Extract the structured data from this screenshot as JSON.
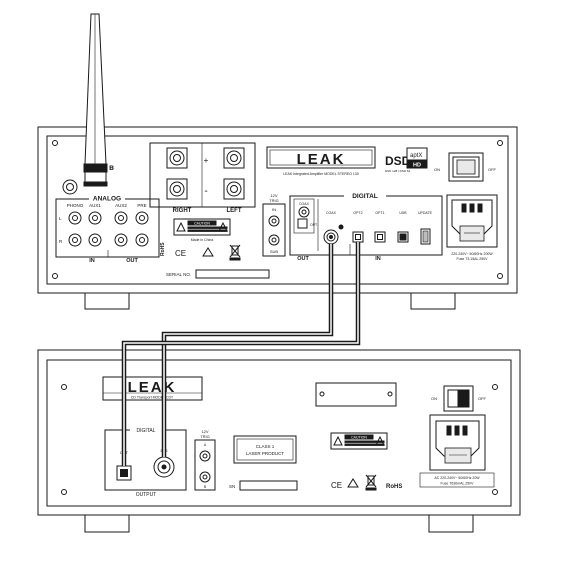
{
  "top_unit": {
    "analog_title": "ANALOG",
    "phono": "PHONO",
    "aux1": "AUX1",
    "aux2": "AUX2",
    "pre": "PRE",
    "in": "IN",
    "out": "OUT",
    "l": "L",
    "r": "R",
    "rohs": "RoHS",
    "ce": "CE",
    "right": "RIGHT",
    "left": "LEFT",
    "plus": "+",
    "minus": "-",
    "caution": "CAUTION",
    "made_in": "Made in China",
    "serial": "SERIAL NO.",
    "brand": "LEAK",
    "model_line": "LEAK Integrated Amplifier   MODEL STEREO 130",
    "dsd": "DSD",
    "dsd_sub": "DSD 128 / DSD 64",
    "aptx": "aptX",
    "aptx_sub": "HD",
    "on": "ON",
    "off": "OFF",
    "v12": "12V",
    "trig": "TRIG",
    "digital_title": "DIGITAL",
    "coax": "COAX",
    "opt": "OPT",
    "coax2": "COAX",
    "opt2": "OPT2",
    "opt1": "OPT1",
    "usb": "USB",
    "update": "UPDATE",
    "dig_out": "OUT",
    "dig_in": "IN",
    "sub": "SUB",
    "power_line1": "220-240V~ 50/60Hz 200W",
    "power_line2": "Fuse T3.15AL 250V"
  },
  "bottom_unit": {
    "brand": "LEAK",
    "model_line": "CD Transport          MODEL CDT",
    "digital_title": "DIGITAL",
    "opt": "OPT",
    "dig": "DIG",
    "output": "OUTPUT",
    "v12": "12V",
    "trig": "TRIG",
    "a": "A",
    "b": "B",
    "laser1": "CLASS 1",
    "laser2": "LASER PRODUCT",
    "caution": "CAUTION",
    "sn": "SN",
    "ce": "CE",
    "rohs": "RoHS",
    "on": "ON",
    "off": "OFF",
    "power_line1": "AC 220-240V~ 50/60Hz 20W",
    "power_line2": "Fuse T630mAL 250V"
  }
}
